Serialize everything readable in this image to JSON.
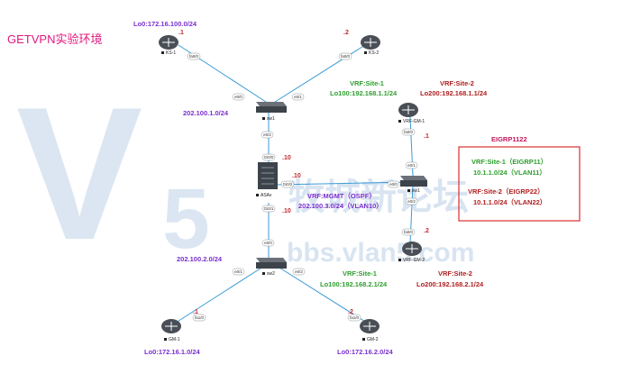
{
  "title": "GETVPN实验环境",
  "watermark": {
    "v": "V",
    "five": "5",
    "cn": "牧城新论坛",
    "url": "bbs.vlan5.com"
  },
  "eigrp_box": {
    "title": "EIGRP1122",
    "line1": "VRF:Site-1（EIGRP11）",
    "line2": "10.1.1.0/24（VLAN11）",
    "line3": "VRF:Site-2（EIGRP22）",
    "line4": "10.1.1.0/24（VLAN22）"
  },
  "labels": {
    "ks1_lo": "Lo0:172.16.100.0/24",
    "net_top": "202.100.1.0/24",
    "net_bottom": "202.100.2.0/24",
    "vrf1_top_name": "VRF:Site-1",
    "vrf1_top_lo": "Lo100:192.168.1.1/24",
    "vrf2_top_name": "VRF:Site-2",
    "vrf2_top_lo": "Lo200:192.168.1.1/24",
    "mgmt_name": "VRF:MGMT（OSPF）",
    "mgmt_net": "202.100.3.0/24（VLAN10）",
    "vrf1_bot_name": "VRF:Site-1",
    "vrf1_bot_lo": "Lo100:192.168.2.1/24",
    "vrf2_bot_name": "VRF:Site-2",
    "vrf2_bot_lo": "Lo200:192.168.2.1/24",
    "gm1_lo": "Lo0:172.16.1.0/24",
    "gm2_lo": "Lo0:172.16.2.0/24"
  },
  "ip_marks": {
    "ks1": ".1",
    "ks2": ".2",
    "asa_top": ".10",
    "asa_mgmt": ".10",
    "asa_bottom": ".10",
    "gm_top": ".1",
    "gm_bottom": ".2",
    "gm1": ".1",
    "gm2": ".2"
  },
  "devices": {
    "ks1": "KS-1",
    "ks2": "KS-2",
    "sw1_left": "sw1",
    "sw1_right": "sw1",
    "sw2": "sw2",
    "asa": "ASAv",
    "vrf_gm1": "VRF-GM-1",
    "vrf_gm2": "VRF-GM-2",
    "gm1": "GM-1",
    "gm2": "GM-2"
  },
  "ports": {
    "ks1": "fa0/0",
    "ks2": "fa0/0",
    "sw1_e00": "e0/0",
    "sw1_e01": "e0/1",
    "sw1_e02": "e0/2",
    "asa_gi00": "Gi0/0",
    "asa_gi02": "Gi0/2",
    "asa_gi01": "Gi0/1",
    "swr_e00": "e0/0",
    "swr_e01": "e0/1",
    "swr_e02": "e0/2",
    "vgm1": "fa0/0",
    "vgm2": "fa0/0",
    "sw2_e00": "e0/0",
    "sw2_e01": "e0/1",
    "sw2_e02": "e0/2",
    "gm1": "fa1/0",
    "gm2": "fa1/0"
  },
  "colors": {
    "link": "#3a9bd5",
    "router": "#4a4f57",
    "switch": "#3d434b",
    "box": "#d93030",
    "watermark": "#b9cfe6"
  }
}
